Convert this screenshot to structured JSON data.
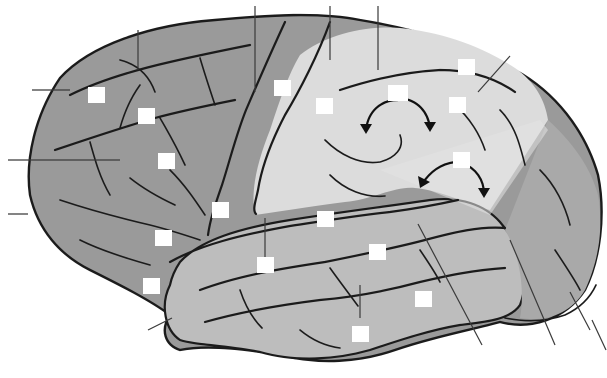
{
  "diagram": {
    "label_boxes": [
      {
        "id": "box-frontal-1",
        "text": ""
      },
      {
        "id": "box-frontal-2",
        "text": ""
      },
      {
        "id": "box-frontal-3",
        "text": ""
      },
      {
        "id": "box-frontal-4",
        "text": ""
      },
      {
        "id": "box-frontal-5",
        "text": ""
      },
      {
        "id": "box-frontal-6",
        "text": ""
      },
      {
        "id": "box-precentral",
        "text": ""
      },
      {
        "id": "box-postcentral",
        "text": ""
      },
      {
        "id": "box-parietal-1",
        "text": ""
      },
      {
        "id": "box-parietal-2",
        "text": ""
      },
      {
        "id": "box-parietal-3",
        "text": ""
      },
      {
        "id": "box-parietal-4",
        "text": ""
      },
      {
        "id": "box-temporal-1",
        "text": ""
      },
      {
        "id": "box-temporal-2",
        "text": ""
      },
      {
        "id": "box-temporal-3",
        "text": ""
      },
      {
        "id": "box-temporal-4",
        "text": ""
      },
      {
        "id": "box-temporal-5",
        "text": ""
      }
    ],
    "colors": {
      "frontal_lobe": "#9a9a9a",
      "parietal_lobe": "#dcdcdc",
      "temporal_lobe": "#bdbdbd",
      "occipital_lobe": "#a9a9a9",
      "outline": "#1b1b1b",
      "label_box": "#ffffff"
    },
    "icons": [
      "curved-arrow-icon"
    ]
  }
}
